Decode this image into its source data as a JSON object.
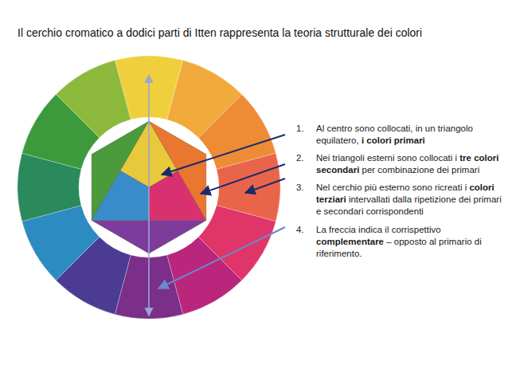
{
  "diagram": {
    "title": "Il cerchio cromatico a dodici parti di Itten rappresenta la teoria strutturale dei colori",
    "labels": [
      "1.",
      "Al centro sono collocati, in un triangolo equilatero, i colori primari",
      "2.",
      "Nei triangoli esterni sono collocati i tre colori secondari per combinazione dei primari",
      "3.",
      "Nel cerchio più esterno sono ricreati i colori terziari intervallati dalla ripetizione dei primari e secondari corrispondenti",
      "4.",
      "La freccia indica il corrispettivo complementare – opposto al primario di riferimento."
    ]
  }
}
